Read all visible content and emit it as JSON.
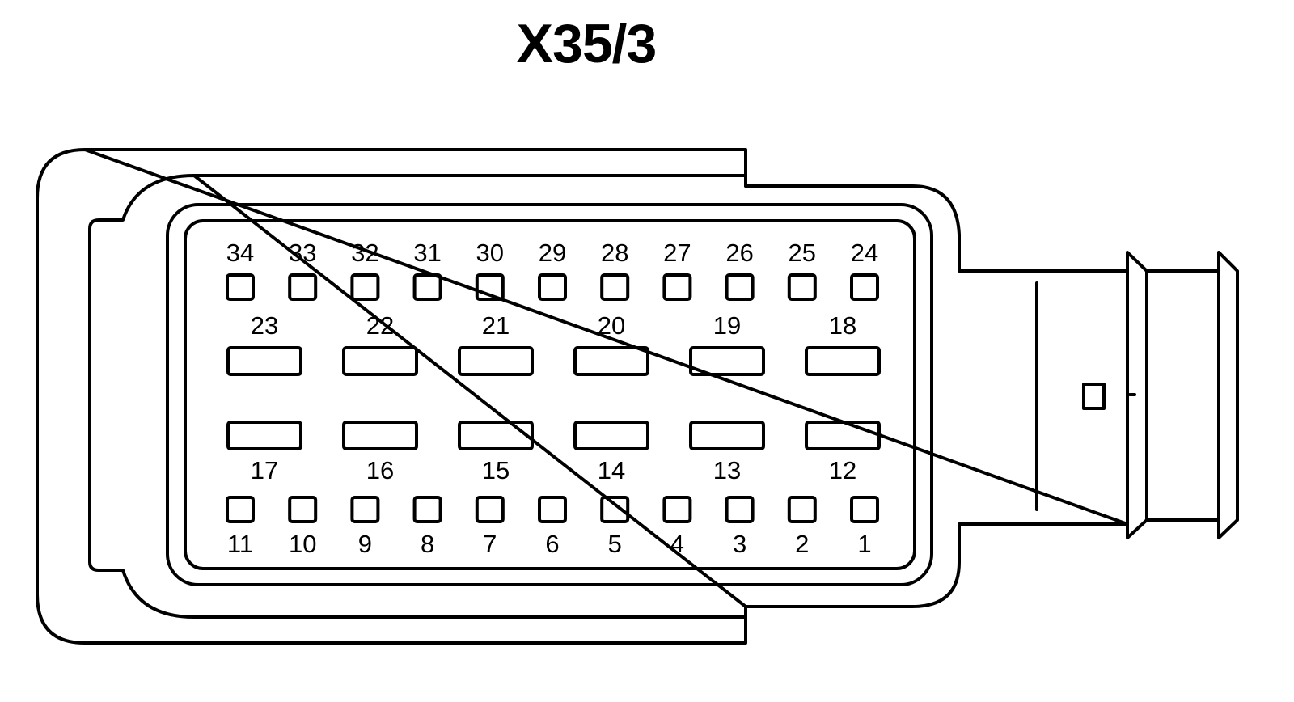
{
  "title": "X35/3",
  "colors": {
    "stroke": "#000000",
    "background": "#ffffff"
  },
  "connector": {
    "top_row": {
      "pins": [
        "34",
        "33",
        "32",
        "31",
        "30",
        "29",
        "28",
        "27",
        "26",
        "25",
        "24"
      ]
    },
    "upper_wide_row": {
      "pins": [
        "23",
        "22",
        "21",
        "20",
        "19",
        "18"
      ]
    },
    "lower_wide_row": {
      "pins": [
        "17",
        "16",
        "15",
        "14",
        "13",
        "12"
      ]
    },
    "bottom_row": {
      "pins": [
        "11",
        "10",
        "9",
        "8",
        "7",
        "6",
        "5",
        "4",
        "3",
        "2",
        "1"
      ]
    }
  }
}
